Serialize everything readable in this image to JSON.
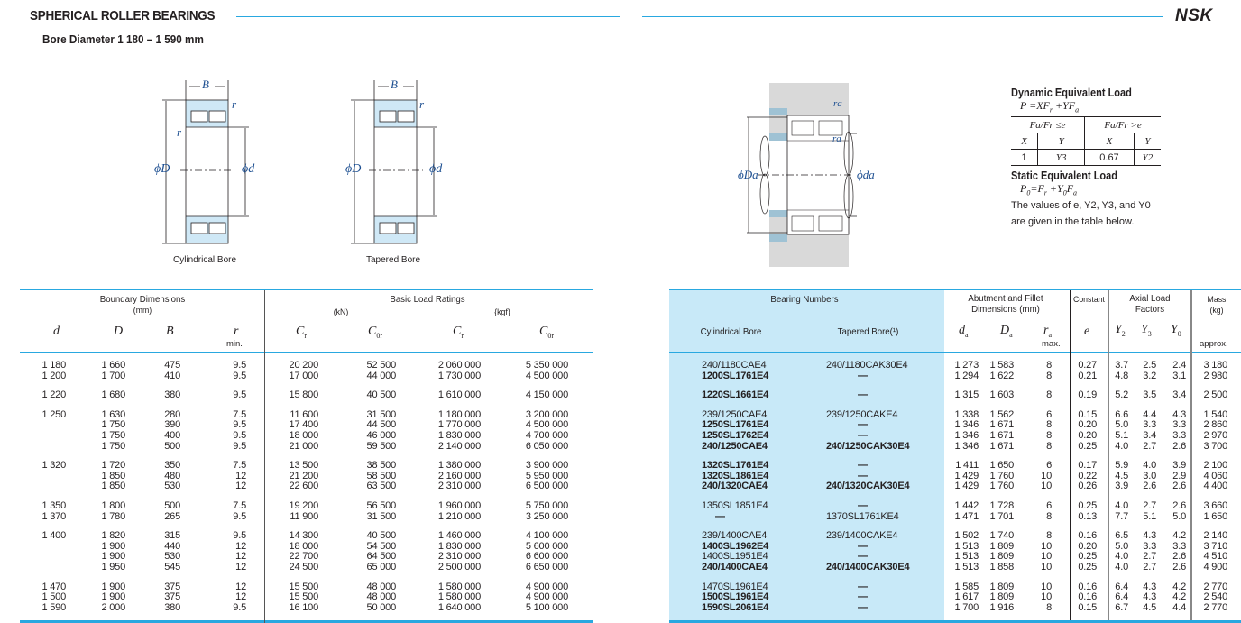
{
  "header": {
    "title": "SPHERICAL ROLLER BEARINGS",
    "subtitle": "Bore Diameter  1 180 – 1 590 mm",
    "brand": "NSK"
  },
  "figures": {
    "cylindrical_caption": "Cylindrical Bore",
    "tapered_caption": "Tapered Bore",
    "label_B": "B",
    "label_r": "r",
    "label_phiD": "ϕD",
    "label_phid": "ϕd",
    "label_phiDa": "ϕDa",
    "label_phida": "ϕda",
    "label_ra": "ra"
  },
  "load_info": {
    "dynamic_title": "Dynamic Equivalent Load",
    "dynamic_formula": [
      [
        "P =XF",
        ""
      ],
      [
        "r",
        "sub"
      ],
      [
        " +YF",
        ""
      ],
      [
        "a",
        "sub"
      ]
    ],
    "cond1": "Fa/Fr ≤e",
    "cond2": "Fa/Fr >e",
    "cols": [
      "X",
      "Y",
      "X",
      "Y"
    ],
    "vals": [
      "1",
      "Y3",
      "0.67",
      "Y2"
    ],
    "static_title": "Static Equivalent Load",
    "static_formula": [
      [
        "P",
        ""
      ],
      [
        "0",
        "sub"
      ],
      [
        "=F",
        ""
      ],
      [
        "r",
        "sub"
      ],
      [
        " +Y",
        ""
      ],
      [
        "0",
        "sub"
      ],
      [
        "F",
        ""
      ],
      [
        "a",
        "sub"
      ]
    ],
    "note_line1": "The values of e, Y2, Y3, and Y0",
    "note_line2": "are given in the table below."
  },
  "left_header": {
    "boundary": "Boundary Dimensions",
    "mm": "(mm)",
    "load_ratings": "Basic Load Ratings",
    "kn": "(kN)",
    "kgf": "{kgf}",
    "d": "d",
    "D": "D",
    "B": "B",
    "r": "r",
    "min": "min.",
    "Cr": "C",
    "Cr_sub": "r",
    "C0r": "C",
    "C0r_sub": "0r"
  },
  "right_header": {
    "bearing_numbers": "Bearing Numbers",
    "cylindrical": "Cylindrical Bore",
    "tapered": "Tapered Bore(¹)",
    "abutment1": "Abutment and Fillet",
    "abutment2": "Dimensions (mm)",
    "constant": "Constant",
    "axial1": "Axial Load",
    "axial2": "Factors",
    "mass1": "Mass",
    "mass2": "(kg)",
    "da": "d",
    "da_sub": "a",
    "Da": "D",
    "Da_sub": "a",
    "ra": "r",
    "ra_sub": "a",
    "max": "max.",
    "e": "e",
    "Y2": "Y",
    "Y2_sub": "2",
    "Y3": "Y",
    "Y3_sub": "3",
    "Y0": "Y",
    "Y0_sub": "0",
    "approx": "approx."
  },
  "groups": [
    [
      {
        "d": "1 180",
        "D": "1 660",
        "B": "475",
        "r": "9.5",
        "Cr": "20 200",
        "C0r": "52 500",
        "Crk": "2 060 000",
        "C0rk": "5 350 000",
        "cyl": "240/1180CAE4",
        "tap": "240/1180CAK30E4",
        "bold": false,
        "tbold": false,
        "da": "1 273",
        "Da": "1 583",
        "ra": "8",
        "e": "0.27",
        "Y2": "3.7",
        "Y3": "2.5",
        "Y0": "2.4",
        "mass": "3 180"
      },
      {
        "d": "1 200",
        "D": "1 700",
        "B": "410",
        "r": "9.5",
        "Cr": "17 000",
        "C0r": "44 000",
        "Crk": "1 730 000",
        "C0rk": "4 500 000",
        "cyl": "1200SL1761E4",
        "tap": "—",
        "bold": true,
        "tbold": true,
        "da": "1 294",
        "Da": "1 622",
        "ra": "8",
        "e": "0.21",
        "Y2": "4.8",
        "Y3": "3.2",
        "Y0": "3.1",
        "mass": "2 980"
      }
    ],
    [
      {
        "d": "1 220",
        "D": "1 680",
        "B": "380",
        "r": "9.5",
        "Cr": "15 800",
        "C0r": "40 500",
        "Crk": "1 610 000",
        "C0rk": "4 150 000",
        "cyl": "1220SL1661E4",
        "tap": "—",
        "bold": true,
        "tbold": true,
        "da": "1 315",
        "Da": "1 603",
        "ra": "8",
        "e": "0.19",
        "Y2": "5.2",
        "Y3": "3.5",
        "Y0": "3.4",
        "mass": "2 500"
      }
    ],
    [
      {
        "d": "1 250",
        "D": "1 630",
        "B": "280",
        "r": "7.5",
        "Cr": "11 600",
        "C0r": "31 500",
        "Crk": "1 180 000",
        "C0rk": "3 200 000",
        "cyl": "239/1250CAE4",
        "tap": "239/1250CAKE4",
        "bold": false,
        "tbold": false,
        "da": "1 338",
        "Da": "1 562",
        "ra": "6",
        "e": "0.15",
        "Y2": "6.6",
        "Y3": "4.4",
        "Y0": "4.3",
        "mass": "1 540"
      },
      {
        "d": "",
        "D": "1 750",
        "B": "390",
        "r": "9.5",
        "Cr": "17 400",
        "C0r": "44 500",
        "Crk": "1 770 000",
        "C0rk": "4 500 000",
        "cyl": "1250SL1761E4",
        "tap": "—",
        "bold": true,
        "tbold": true,
        "da": "1 346",
        "Da": "1 671",
        "ra": "8",
        "e": "0.20",
        "Y2": "5.0",
        "Y3": "3.3",
        "Y0": "3.3",
        "mass": "2 860"
      },
      {
        "d": "",
        "D": "1 750",
        "B": "400",
        "r": "9.5",
        "Cr": "18 000",
        "C0r": "46 000",
        "Crk": "1 830 000",
        "C0rk": "4 700 000",
        "cyl": "1250SL1762E4",
        "tap": "—",
        "bold": true,
        "tbold": true,
        "da": "1 346",
        "Da": "1 671",
        "ra": "8",
        "e": "0.20",
        "Y2": "5.1",
        "Y3": "3.4",
        "Y0": "3.3",
        "mass": "2 970"
      },
      {
        "d": "",
        "D": "1 750",
        "B": "500",
        "r": "9.5",
        "Cr": "21 000",
        "C0r": "59 500",
        "Crk": "2 140 000",
        "C0rk": "6 050 000",
        "cyl": "240/1250CAE4",
        "tap": "240/1250CAK30E4",
        "bold": true,
        "tbold": true,
        "da": "1 346",
        "Da": "1 671",
        "ra": "8",
        "e": "0.25",
        "Y2": "4.0",
        "Y3": "2.7",
        "Y0": "2.6",
        "mass": "3 700"
      }
    ],
    [
      {
        "d": "1 320",
        "D": "1 720",
        "B": "350",
        "r": "7.5",
        "Cr": "13 500",
        "C0r": "38 500",
        "Crk": "1 380 000",
        "C0rk": "3 900 000",
        "cyl": "1320SL1761E4",
        "tap": "—",
        "bold": true,
        "tbold": true,
        "da": "1 411",
        "Da": "1 650",
        "ra": "6",
        "e": "0.17",
        "Y2": "5.9",
        "Y3": "4.0",
        "Y0": "3.9",
        "mass": "2 100"
      },
      {
        "d": "",
        "D": "1 850",
        "B": "480",
        "r": "12",
        "Cr": "21 200",
        "C0r": "58 500",
        "Crk": "2 160 000",
        "C0rk": "5 950 000",
        "cyl": "1320SL1861E4",
        "tap": "—",
        "bold": true,
        "tbold": true,
        "da": "1 429",
        "Da": "1 760",
        "ra": "10",
        "e": "0.22",
        "Y2": "4.5",
        "Y3": "3.0",
        "Y0": "2.9",
        "mass": "4 060"
      },
      {
        "d": "",
        "D": "1 850",
        "B": "530",
        "r": "12",
        "Cr": "22 600",
        "C0r": "63 500",
        "Crk": "2 310 000",
        "C0rk": "6 500 000",
        "cyl": "240/1320CAE4",
        "tap": "240/1320CAK30E4",
        "bold": true,
        "tbold": true,
        "da": "1 429",
        "Da": "1 760",
        "ra": "10",
        "e": "0.26",
        "Y2": "3.9",
        "Y3": "2.6",
        "Y0": "2.6",
        "mass": "4 400"
      }
    ],
    [
      {
        "d": "1 350",
        "D": "1 800",
        "B": "500",
        "r": "7.5",
        "Cr": "19 200",
        "C0r": "56 500",
        "Crk": "1 960 000",
        "C0rk": "5 750 000",
        "cyl": "1350SL1851E4",
        "tap": "—",
        "bold": false,
        "tbold": true,
        "da": "1 442",
        "Da": "1 728",
        "ra": "6",
        "e": "0.25",
        "Y2": "4.0",
        "Y3": "2.7",
        "Y0": "2.6",
        "mass": "3 660"
      },
      {
        "d": "1 370",
        "D": "1 780",
        "B": "265",
        "r": "9.5",
        "Cr": "11 900",
        "C0r": "31 500",
        "Crk": "1 210 000",
        "C0rk": "3 250 000",
        "cyl": "—",
        "tap": "1370SL1761KE4",
        "bold": true,
        "tbold": false,
        "da": "1 471",
        "Da": "1 701",
        "ra": "8",
        "e": "0.13",
        "Y2": "7.7",
        "Y3": "5.1",
        "Y0": "5.0",
        "mass": "1 650"
      }
    ],
    [
      {
        "d": "1 400",
        "D": "1 820",
        "B": "315",
        "r": "9.5",
        "Cr": "14 300",
        "C0r": "40 500",
        "Crk": "1 460 000",
        "C0rk": "4 100 000",
        "cyl": "239/1400CAE4",
        "tap": "239/1400CAKE4",
        "bold": false,
        "tbold": false,
        "da": "1 502",
        "Da": "1 740",
        "ra": "8",
        "e": "0.16",
        "Y2": "6.5",
        "Y3": "4.3",
        "Y0": "4.2",
        "mass": "2 140"
      },
      {
        "d": "",
        "D": "1 900",
        "B": "440",
        "r": "12",
        "Cr": "18 000",
        "C0r": "54 500",
        "Crk": "1 830 000",
        "C0rk": "5 600 000",
        "cyl": "1400SL1962E4",
        "tap": "—",
        "bold": true,
        "tbold": true,
        "da": "1 513",
        "Da": "1 809",
        "ra": "10",
        "e": "0.20",
        "Y2": "5.0",
        "Y3": "3.3",
        "Y0": "3.3",
        "mass": "3 710"
      },
      {
        "d": "",
        "D": "1 900",
        "B": "530",
        "r": "12",
        "Cr": "22 700",
        "C0r": "64 500",
        "Crk": "2 310 000",
        "C0rk": "6 600 000",
        "cyl": "1400SL1951E4",
        "tap": "—",
        "bold": false,
        "tbold": true,
        "da": "1 513",
        "Da": "1 809",
        "ra": "10",
        "e": "0.25",
        "Y2": "4.0",
        "Y3": "2.7",
        "Y0": "2.6",
        "mass": "4 510"
      },
      {
        "d": "",
        "D": "1 950",
        "B": "545",
        "r": "12",
        "Cr": "24 500",
        "C0r": "65 000",
        "Crk": "2 500 000",
        "C0rk": "6 650 000",
        "cyl": "240/1400CAE4",
        "tap": "240/1400CAK30E4",
        "bold": true,
        "tbold": true,
        "da": "1 513",
        "Da": "1 858",
        "ra": "10",
        "e": "0.25",
        "Y2": "4.0",
        "Y3": "2.7",
        "Y0": "2.6",
        "mass": "4 900"
      }
    ],
    [
      {
        "d": "1 470",
        "D": "1 900",
        "B": "375",
        "r": "12",
        "Cr": "15 500",
        "C0r": "48 000",
        "Crk": "1 580 000",
        "C0rk": "4 900 000",
        "cyl": "1470SL1961E4",
        "tap": "—",
        "bold": false,
        "tbold": true,
        "da": "1 585",
        "Da": "1 809",
        "ra": "10",
        "e": "0.16",
        "Y2": "6.4",
        "Y3": "4.3",
        "Y0": "4.2",
        "mass": "2 770"
      },
      {
        "d": "1 500",
        "D": "1 900",
        "B": "375",
        "r": "12",
        "Cr": "15 500",
        "C0r": "48 000",
        "Crk": "1 580 000",
        "C0rk": "4 900 000",
        "cyl": "1500SL1961E4",
        "tap": "—",
        "bold": true,
        "tbold": true,
        "da": "1 617",
        "Da": "1 809",
        "ra": "10",
        "e": "0.16",
        "Y2": "6.4",
        "Y3": "4.3",
        "Y0": "4.2",
        "mass": "2 540"
      },
      {
        "d": "1 590",
        "D": "2 000",
        "B": "380",
        "r": "9.5",
        "Cr": "16 100",
        "C0r": "50 000",
        "Crk": "1 640 000",
        "C0rk": "5 100 000",
        "cyl": "1590SL2061E4",
        "tap": "—",
        "bold": true,
        "tbold": true,
        "da": "1 700",
        "Da": "1 916",
        "ra": "8",
        "e": "0.15",
        "Y2": "6.7",
        "Y3": "4.5",
        "Y0": "4.4",
        "mass": "2 770"
      }
    ]
  ]
}
